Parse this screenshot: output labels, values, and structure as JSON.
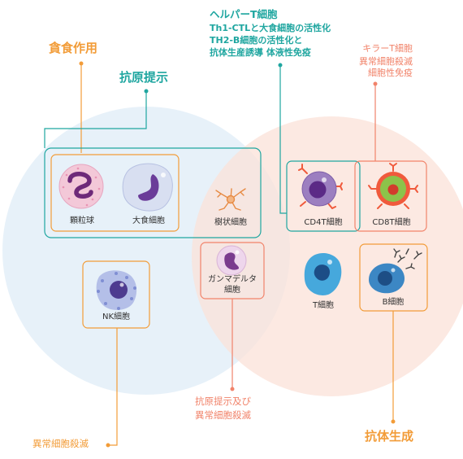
{
  "labels": {
    "phagocytosis": "貪食作用",
    "antigen_presentation": "抗原提示",
    "helper_title": "ヘルパーT細胞",
    "helper_line1": "Th1-CTLと大食細胞の活性化",
    "helper_line2": "TH2-B細胞の活性化と",
    "helper_line3": "抗体生産誘導 体液性免疫",
    "killer_title": "キラーT細胞",
    "killer_line1": "異常細胞殺滅",
    "killer_line2": "細胞性免疫",
    "antigen_kill_line1": "抗原提示及び",
    "antigen_kill_line2": "異常細胞殺滅",
    "abnormal_kill": "異常細胞殺滅",
    "antibody_production": "抗体生成"
  },
  "cells": {
    "granulocyte": "顆粒球",
    "macrophage": "大食細胞",
    "dendritic": "樹状細胞",
    "cd4t": "CD4T細胞",
    "cd8t": "CD8T細胞",
    "nk": "NK細胞",
    "gamma_delta_line1": "ガンマデルタ",
    "gamma_delta_line2": "細胞",
    "tcell": "T細胞",
    "bcell": "B細胞"
  },
  "colors": {
    "innate_circle": "#e6f1f8",
    "adaptive_circle": "#fbe4dc",
    "orange": "#f29c38",
    "teal": "#1fa6a0",
    "salmon": "#f1836a"
  }
}
